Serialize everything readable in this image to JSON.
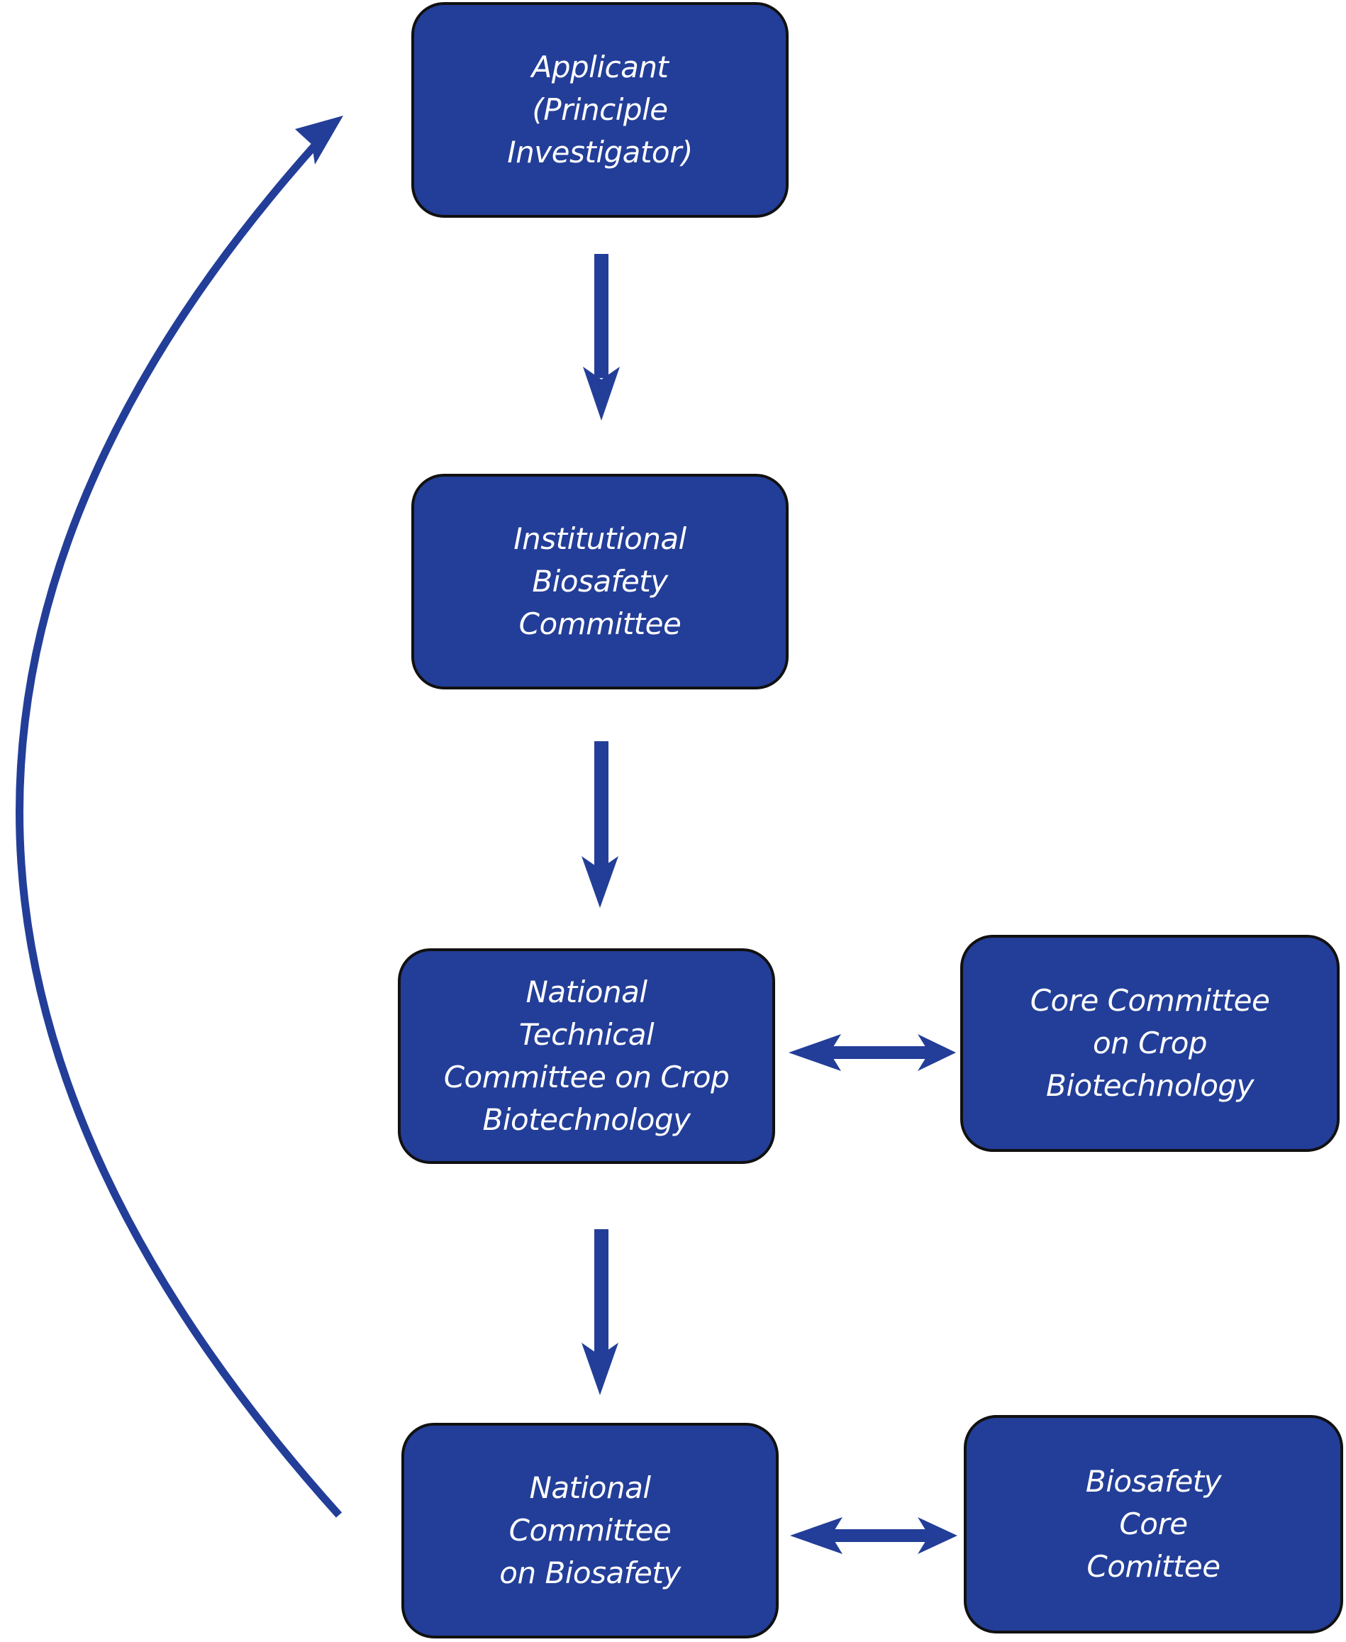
{
  "colors": {
    "box_fill": "#233e98",
    "box_border": "#111111",
    "arrow": "#233e98",
    "text": "#ffffff",
    "background": "#ffffff"
  },
  "nodes": {
    "applicant": "Applicant\n(Principle\nInvestigator)",
    "ibc": "Institutional\nBiosafety\nCommittee",
    "ntccb": "National\nTechnical\nCommittee on Crop\nBiotechnology",
    "core_crop": "Core Committee\non Crop\nBiotechnology",
    "ncb": "National\nCommittee\non Biosafety",
    "bcc": "Biosafety\nCore\nComittee"
  },
  "edges": [
    {
      "from": "applicant",
      "to": "ibc",
      "type": "directed"
    },
    {
      "from": "ibc",
      "to": "ntccb",
      "type": "directed"
    },
    {
      "from": "ntccb",
      "to": "ncb",
      "type": "directed"
    },
    {
      "from": "ntccb",
      "to": "core_crop",
      "type": "bidirectional"
    },
    {
      "from": "ncb",
      "to": "bcc",
      "type": "bidirectional"
    },
    {
      "from": "ncb",
      "to": "applicant",
      "type": "directed",
      "shape": "curved"
    }
  ]
}
